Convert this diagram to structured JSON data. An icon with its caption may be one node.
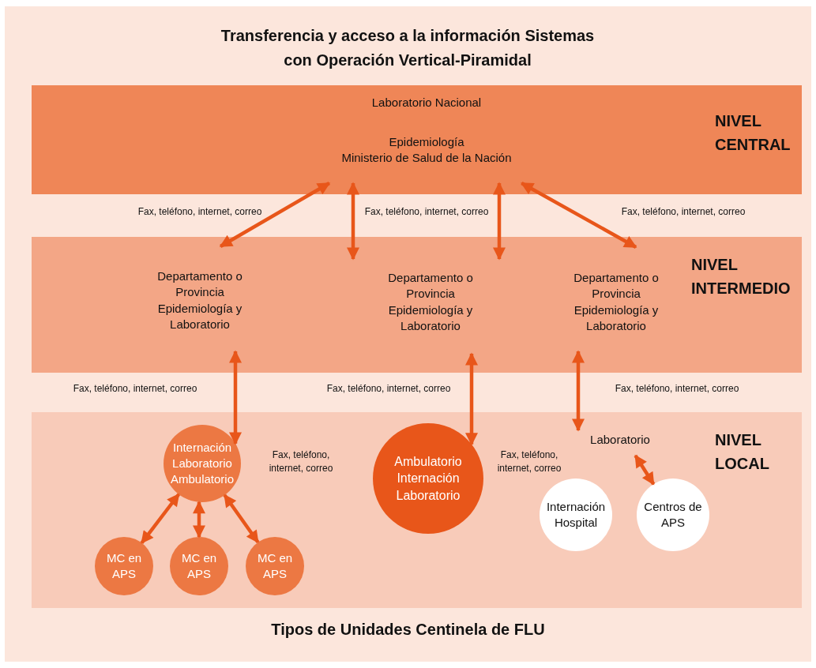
{
  "diagram": {
    "title": "Transferencia y acceso a la información Sistemas con Operación Vertical-Piramidal",
    "caption": "Tipos de Unidades Centinela de FLU",
    "nodes": [
      {
        "text": [
          "NIVEL CENTRAL"
        ]
      },
      {
        "text": [
          "Laboratorio Nacional"
        ],
        "in": 0
      },
      {
        "text": [
          "Epidemiología",
          "Ministerio de Salud de la Nación"
        ],
        "in": 0
      },
      {
        "text": [
          "NIVEL INTERMEDIO"
        ]
      },
      {
        "text": [
          "Departamento o Provincia Epidemiología y Laboratorio"
        ],
        "in": 3
      },
      {
        "text": [
          "Departamento o Provincia Epidemiología y Laboratorio"
        ],
        "in": 3
      },
      {
        "text": [
          "Departamento o Provincia Epidemiología y Laboratorio"
        ],
        "in": 3
      },
      {
        "text": [
          "NIVEL LOCAL"
        ]
      },
      {
        "text": [
          "Internación Laboratorio Ambulatorio"
        ],
        "in": 7
      },
      {
        "text": [
          "MC en APS"
        ],
        "in": 7
      },
      {
        "text": [
          "MC en APS"
        ],
        "in": 7
      },
      {
        "text": [
          "MC en APS"
        ],
        "in": 7
      },
      {
        "text": [
          "Ambulatorio Internación Laboratorio"
        ],
        "in": 7
      },
      {
        "text": [
          "Laboratorio"
        ],
        "in": 7
      },
      {
        "text": [
          "Internación Hospital"
        ],
        "in": 7
      },
      {
        "text": [
          "Centros de APS"
        ],
        "in": 7
      }
    ],
    "edges": [
      {
        "from": 2,
        "to": 4,
        "arrow": "both"
      },
      {
        "from": 2,
        "to": 5,
        "arrow": "both"
      },
      {
        "from": 2,
        "to": 5,
        "arrow": "both"
      },
      {
        "from": 2,
        "to": 6,
        "arrow": "both"
      },
      {
        "from": 4,
        "to": 8,
        "arrow": "both"
      },
      {
        "from": 5,
        "to": 12,
        "arrow": "both"
      },
      {
        "from": 6,
        "to": 13,
        "arrow": "both"
      },
      {
        "from": 8,
        "to": 9,
        "arrow": "both"
      },
      {
        "from": 8,
        "to": 10,
        "arrow": "both"
      },
      {
        "from": 8,
        "to": 11,
        "arrow": "both"
      },
      {
        "from": 13,
        "to": 15,
        "arrow": "both"
      }
    ],
    "labels": [
      "Fax, teléfono, internet, correo",
      "Fax, teléfono, internet, correo",
      "Fax, teléfono, internet, correo",
      "Fax, teléfono, internet, correo",
      "Fax, teléfono, internet, correo",
      "Fax, teléfono, internet, correo",
      "Fax, teléfono, internet, correo",
      "Fax, teléfono, internet, correo"
    ]
  }
}
